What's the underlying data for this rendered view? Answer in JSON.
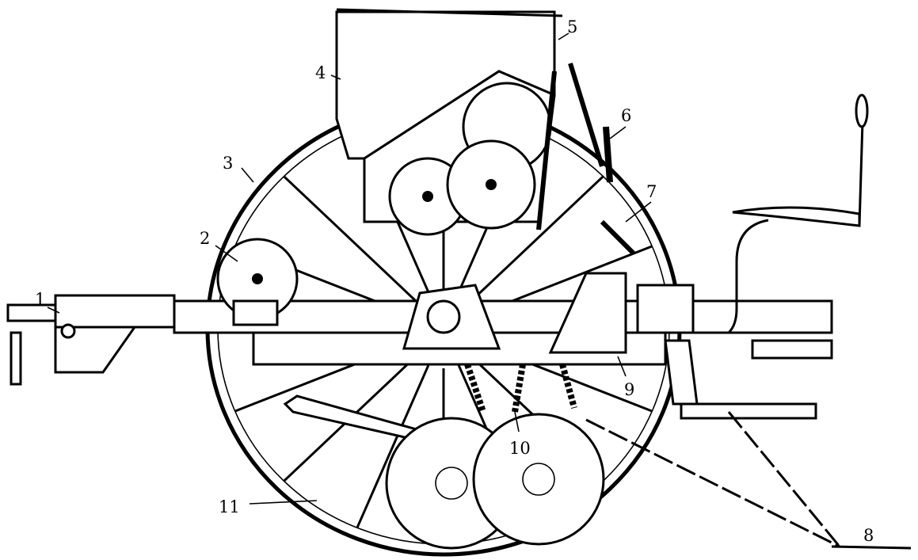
{
  "figure": {
    "labels": [
      "1",
      "2",
      "3",
      "4",
      "5",
      "6",
      "7",
      "8",
      "9",
      "10",
      "11"
    ]
  }
}
